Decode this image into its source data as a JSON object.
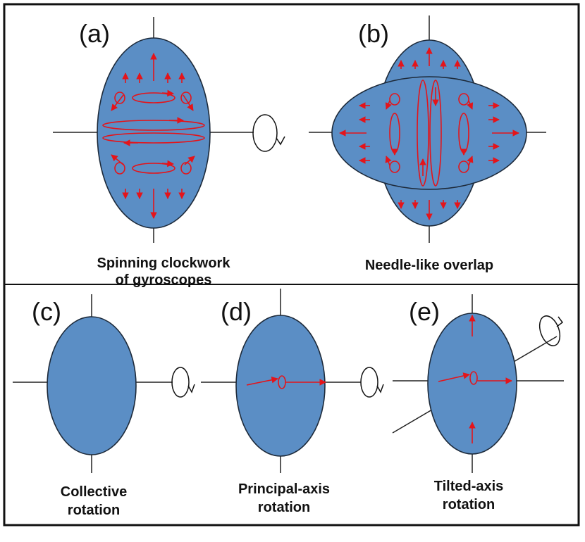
{
  "panels": [
    {
      "label": "(a)",
      "caption": [
        "Spinning clockwork",
        "of gyroscopes"
      ]
    },
    {
      "label": "(b)",
      "caption": [
        "Needle-like overlap"
      ]
    },
    {
      "label": "(c)",
      "caption": [
        "Collective",
        "rotation"
      ]
    },
    {
      "label": "(d)",
      "caption": [
        "Principal-axis",
        "rotation"
      ]
    },
    {
      "label": "(e)",
      "caption": [
        "Tilted-axis",
        "rotation"
      ]
    }
  ],
  "colors": {
    "body": "#5b8ec5",
    "flow": "#e4141a",
    "frame": "#111111"
  }
}
